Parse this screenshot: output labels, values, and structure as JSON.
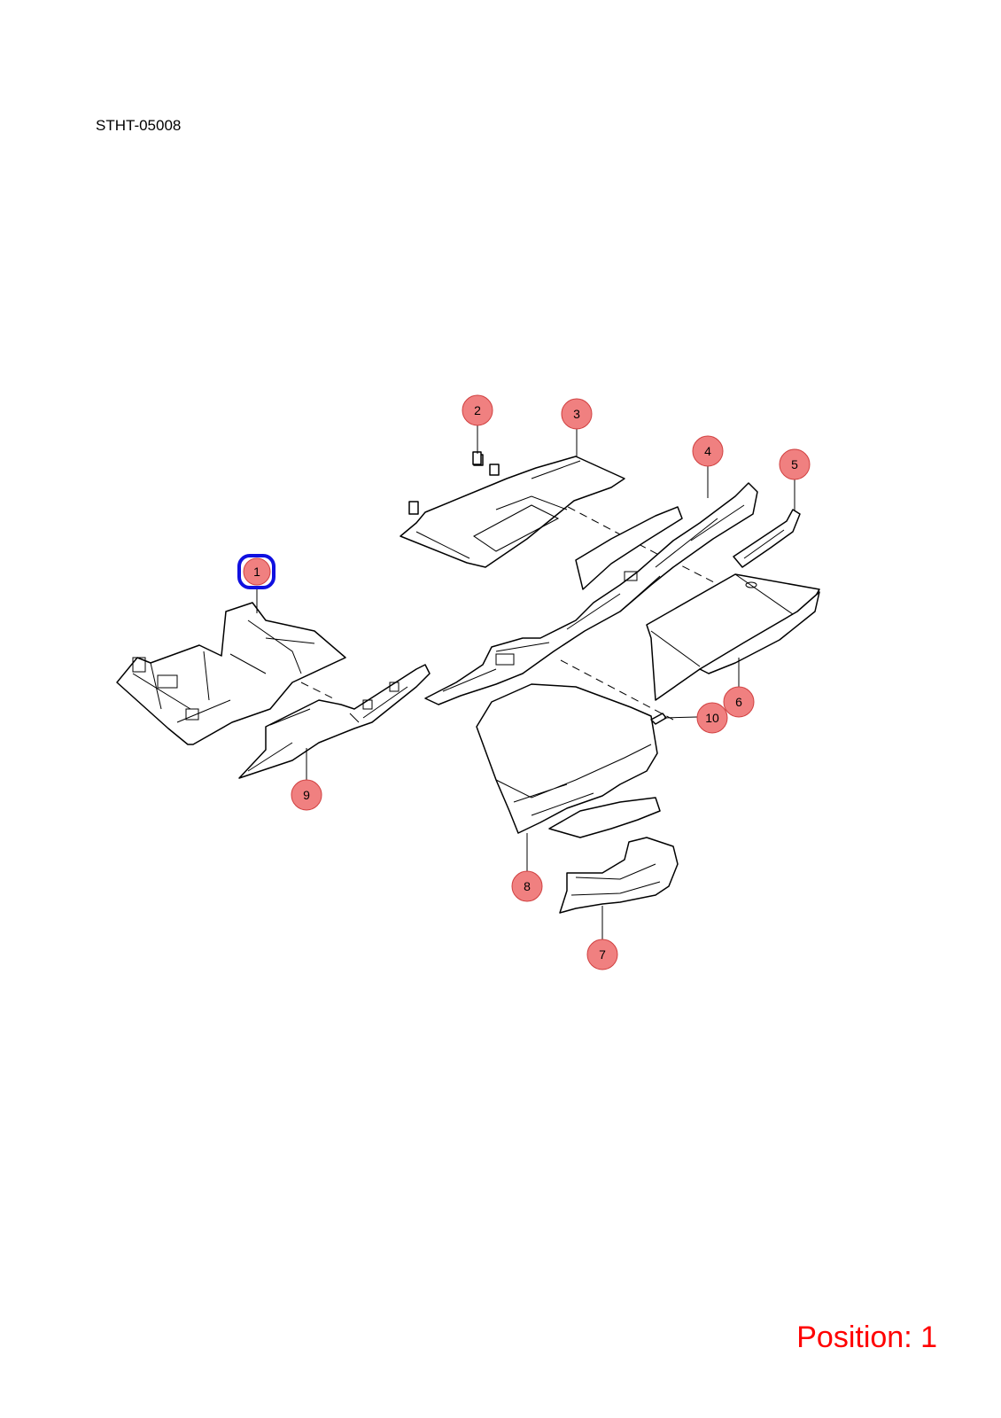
{
  "document": {
    "code": "STHT-05008"
  },
  "position": {
    "label": "Position: 1"
  },
  "colors": {
    "callout_fill": "#f08080",
    "selected_border": "#1010e0",
    "position_text": "#ff0000"
  },
  "selected_callout": "1",
  "callouts": [
    {
      "id": "1",
      "label": "1"
    },
    {
      "id": "2",
      "label": "2"
    },
    {
      "id": "3",
      "label": "3"
    },
    {
      "id": "4",
      "label": "4"
    },
    {
      "id": "5",
      "label": "5"
    },
    {
      "id": "6",
      "label": "6"
    },
    {
      "id": "7",
      "label": "7"
    },
    {
      "id": "8",
      "label": "8"
    },
    {
      "id": "9",
      "label": "9"
    },
    {
      "id": "10",
      "label": "10"
    }
  ]
}
